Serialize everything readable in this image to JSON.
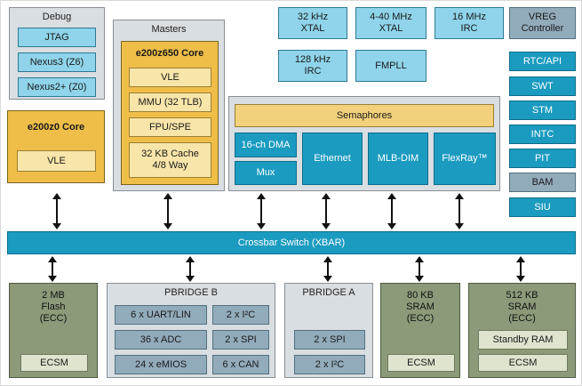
{
  "palette": {
    "cyan": "#8FD4EA",
    "teal": "#1B9BC0",
    "gold": "#EFBE49",
    "light_gold": "#F8E5A9",
    "semaphore_gold": "#F3D07B",
    "gray_blue": "#92ABBB",
    "olive": "#8C9A79",
    "light_green": "#DEE4CE",
    "panel_gray": "#D9DEE2"
  },
  "debug": {
    "title": "Debug",
    "items": [
      "JTAG",
      "Nexus3 (Z6)",
      "Nexus2+ (Z0)"
    ]
  },
  "masters": {
    "title": "Masters",
    "core_title": "e200z650 Core",
    "items": [
      "VLE",
      "MMU (32 TLB)",
      "FPU/SPE",
      "32 KB Cache\n4/8 Way"
    ]
  },
  "z0": {
    "title": "e200z0 Core",
    "vle": "VLE"
  },
  "clocks": {
    "xtal32": "32 kHz\nXTAL",
    "xtal440": "4-40 MHz\nXTAL",
    "irc16": "16 MHz\nIRC",
    "irc128": "128 kHz\nIRC",
    "fmpll": "FMPLL"
  },
  "vreg": "VREG\nController",
  "right_col": [
    "RTC/API",
    "SWT",
    "STM",
    "INTC",
    "PIT",
    "BAM",
    "SIU"
  ],
  "comm": {
    "semaphores": "Semaphores",
    "dma": "16-ch DMA",
    "mux": "Mux",
    "ethernet": "Ethernet",
    "mlb": "MLB-DIM",
    "flexray": "FlexRay™"
  },
  "xbar": "Crossbar Switch (XBAR)",
  "flash": {
    "title": "2 MB\nFlash\n(ECC)",
    "ecsm": "ECSM"
  },
  "pbridge_b": {
    "title": "PBRIDGE B",
    "items": [
      "6 x UART/LIN",
      "2 x I²C",
      "36 x ADC",
      "2 x SPI",
      "24 x eMIOS",
      "6 x CAN"
    ]
  },
  "pbridge_a": {
    "title": "PBRIDGE A",
    "items": [
      "2 x SPI",
      "2 x I²C"
    ]
  },
  "sram80": {
    "title": "80 KB\nSRAM\n(ECC)",
    "ecsm": "ECSM"
  },
  "sram512": {
    "title": "512 KB\nSRAM\n(ECC)",
    "standby": "Standby RAM",
    "ecsm": "ECSM"
  }
}
